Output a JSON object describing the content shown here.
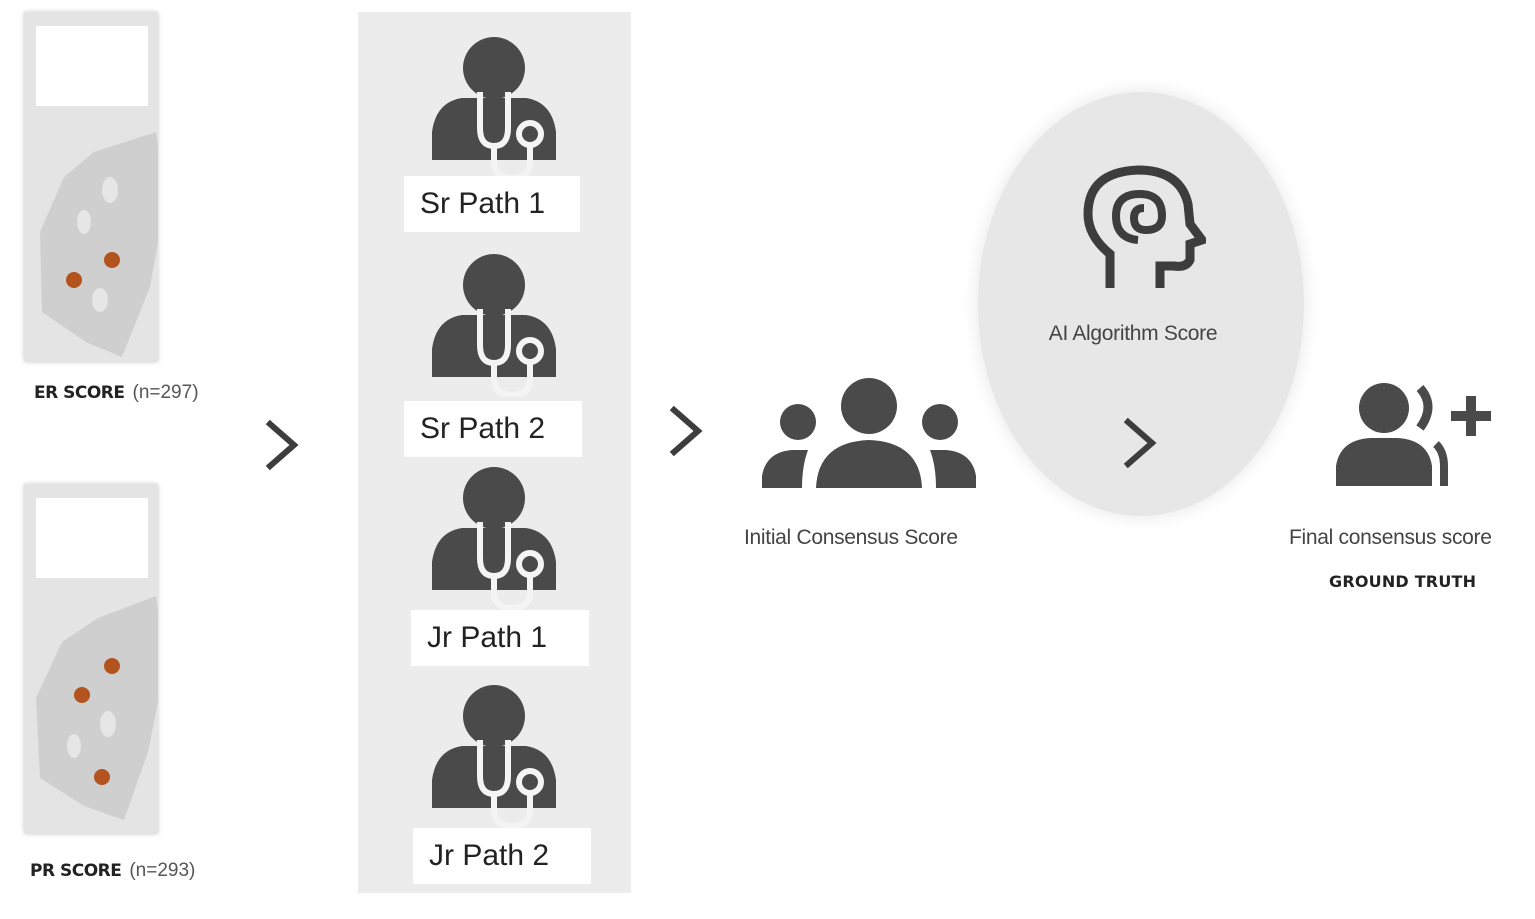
{
  "slides": [
    {
      "name": "ER SCORE",
      "n": "(n=297)"
    },
    {
      "name": "PR SCORE",
      "n": "(n=293)"
    }
  ],
  "pathologists": [
    {
      "label": "Sr Path 1"
    },
    {
      "label": "Sr Path 2"
    },
    {
      "label": "Jr Path 1"
    },
    {
      "label": "Jr Path 2"
    }
  ],
  "stages": {
    "initial": "Initial Consensus Score",
    "ai": "AI Algorithm Score",
    "final": "Final consensus score",
    "ground_truth": "GROUND TRUTH"
  },
  "colors": {
    "slide_bg": "#e4e4e4",
    "tissue": "#cfcfcf",
    "stained_cell": "#b3541e",
    "icon": "#4a4a4a",
    "panel_bg": "#ececec"
  },
  "icons": [
    "doctor-stethoscope-icon",
    "group-icon",
    "ai-head-spiral-icon",
    "add-user-icon",
    "chevron-right-icon"
  ]
}
